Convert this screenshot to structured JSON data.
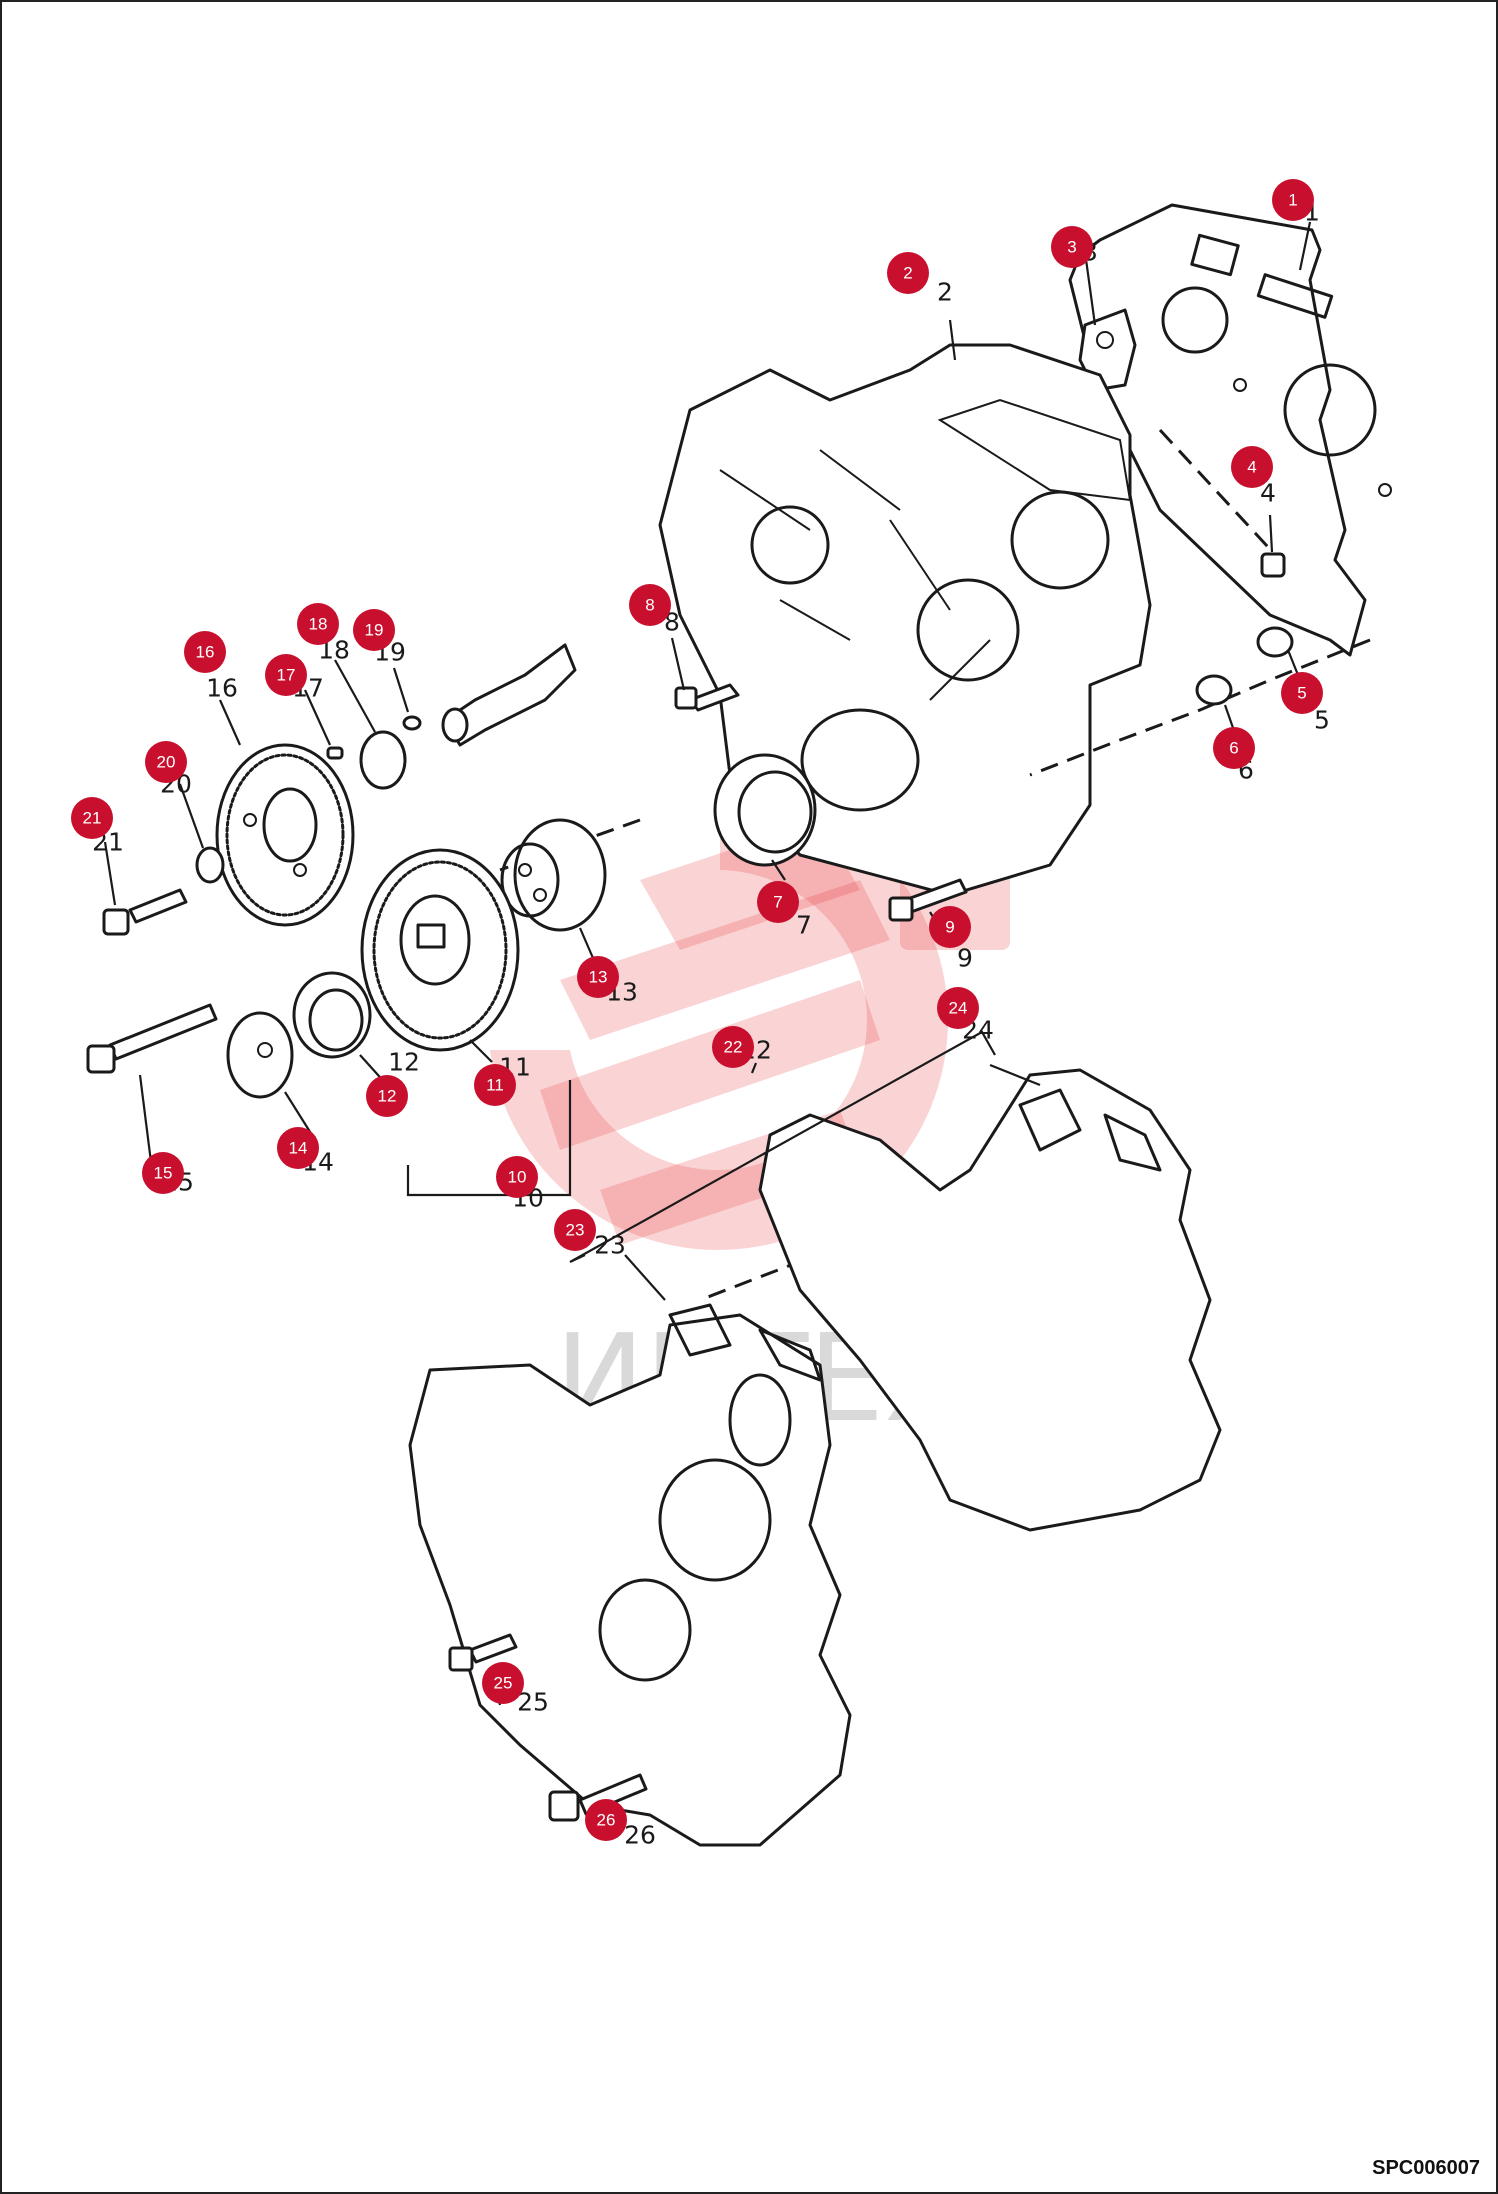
{
  "diagram_code": "SPC006007",
  "watermark_text": "ИНТЕХ",
  "colors": {
    "callout": "#c8102e",
    "watermark": "#e8272d",
    "line": "#1a1a1a"
  },
  "callouts": [
    {
      "n": "1",
      "label": "1"
    },
    {
      "n": "2",
      "label": "2"
    },
    {
      "n": "3",
      "label": "3"
    },
    {
      "n": "4",
      "label": "4"
    },
    {
      "n": "5",
      "label": "5"
    },
    {
      "n": "6",
      "label": "6"
    },
    {
      "n": "7",
      "label": "7"
    },
    {
      "n": "8",
      "label": "8"
    },
    {
      "n": "9",
      "label": "9"
    },
    {
      "n": "10",
      "label": "10"
    },
    {
      "n": "11",
      "label": "11"
    },
    {
      "n": "12",
      "label": "12"
    },
    {
      "n": "13",
      "label": "13"
    },
    {
      "n": "14",
      "label": "14"
    },
    {
      "n": "15",
      "label": "15"
    },
    {
      "n": "16",
      "label": "16"
    },
    {
      "n": "17",
      "label": "17"
    },
    {
      "n": "18",
      "label": "18"
    },
    {
      "n": "19",
      "label": "19"
    },
    {
      "n": "20",
      "label": "20"
    },
    {
      "n": "21",
      "label": "21"
    },
    {
      "n": "22",
      "label": "22"
    },
    {
      "n": "23",
      "label": "23"
    },
    {
      "n": "24",
      "label": "24"
    },
    {
      "n": "25",
      "label": "25"
    },
    {
      "n": "26",
      "label": "26"
    }
  ]
}
